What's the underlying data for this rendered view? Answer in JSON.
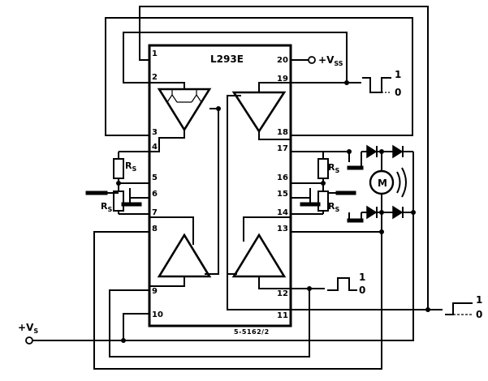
{
  "chip_name": "L293E",
  "drawing_ref": "5-5162/2",
  "pins_left": [
    "1",
    "2",
    "3",
    "4",
    "5",
    "6",
    "7",
    "8",
    "9",
    "10"
  ],
  "pins_right": [
    "20",
    "19",
    "18",
    "17",
    "16",
    "15",
    "14",
    "13",
    "12",
    "11"
  ],
  "vss_label": {
    "sign": "+",
    "main": "V",
    "sub": "SS"
  },
  "vs_label": {
    "sign": "+",
    "main": "V",
    "sub": "S"
  },
  "rs_label": {
    "main": "R",
    "sub": "S"
  },
  "motor_label": "M",
  "logic_high": "1",
  "logic_low": "0"
}
